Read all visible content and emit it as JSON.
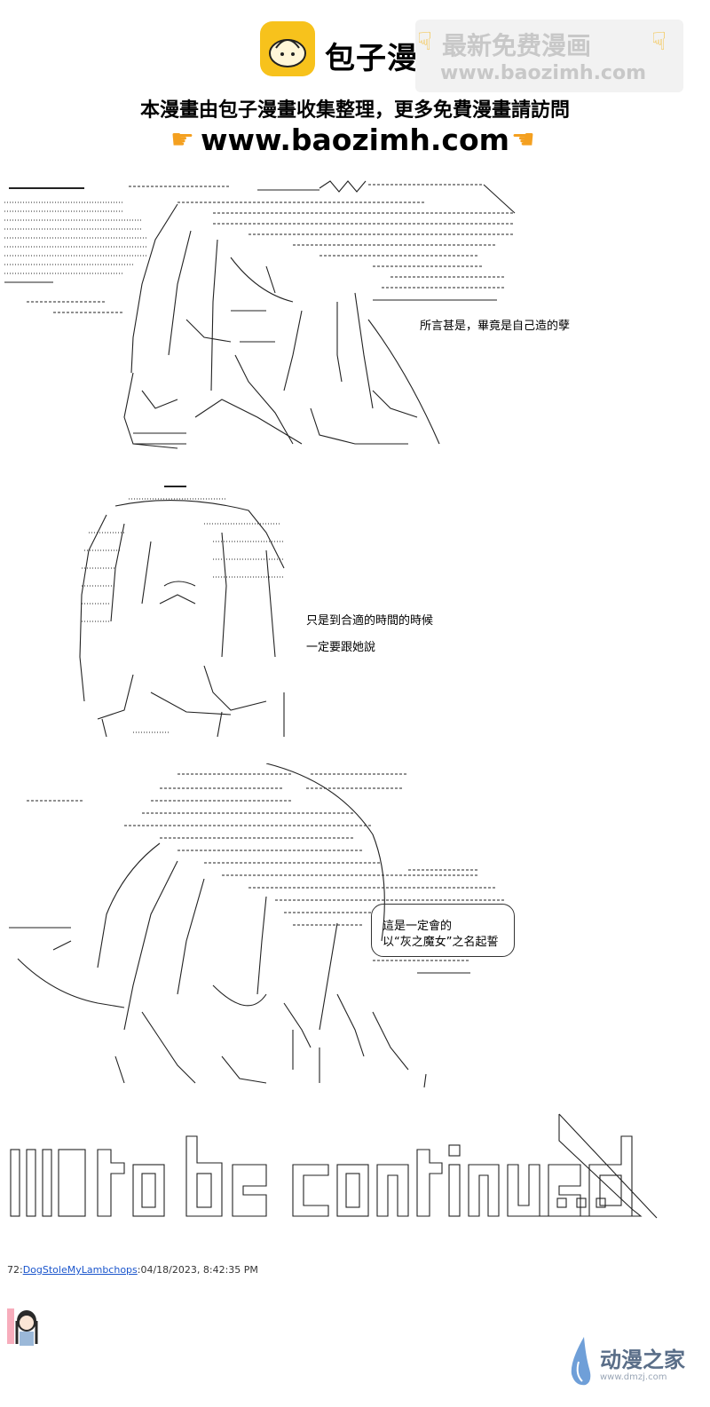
{
  "header": {
    "brand": "包子漫畫",
    "promo_title": "最新免费漫画",
    "promo_url": "www.baozimh.com",
    "notice": "本漫畫由包子漫畫收集整理，更多免費漫畫請訪問",
    "site_url": "www.baozimh.com",
    "hand_icon": "pointing-hand-icon",
    "accent_color": "#f7c21c"
  },
  "panels": {
    "p1_caption": "所言甚是，畢竟是自己造的孽",
    "p2_caption_1": "只是到合適的時間的時候",
    "p2_caption_2": "一定要跟她說",
    "p3_bubble_1": "這是一定會的",
    "p3_bubble_2": "以“灰之魔女”之名起誓"
  },
  "post": {
    "number": "72:",
    "author": "DogStoleMyLambchops",
    "timestamp": ":04/18/2023, 8:42:35 PM"
  },
  "watermark": {
    "name": "动漫之家",
    "url": "www.dmzj.com"
  }
}
